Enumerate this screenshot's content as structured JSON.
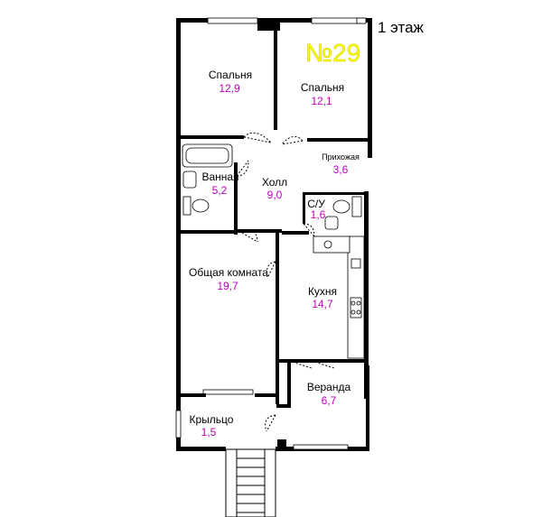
{
  "floor_label": "1 этаж",
  "apartment_number": "№29",
  "colors": {
    "area_text": "#c000c0",
    "apartment_number": "#ffff00",
    "walls": "#000000"
  },
  "rooms": {
    "bedroom_left": {
      "name": "Спальня",
      "area": "12,9"
    },
    "bedroom_right": {
      "name": "Спальня",
      "area": "12,1"
    },
    "hallway": {
      "name": "Прихожая",
      "area": "3,6"
    },
    "bathroom": {
      "name": "Ванная",
      "area": "5,2"
    },
    "hall": {
      "name": "Холл",
      "area": "9,0"
    },
    "wc": {
      "name": "С/У",
      "area": "1,6"
    },
    "living_room": {
      "name": "Общая комната",
      "area": "19,7"
    },
    "kitchen": {
      "name": "Кухня",
      "area": "14,7"
    },
    "veranda": {
      "name": "Веранда",
      "area": "6,7"
    },
    "porch": {
      "name": "Крыльцо",
      "area": "1,5"
    }
  }
}
